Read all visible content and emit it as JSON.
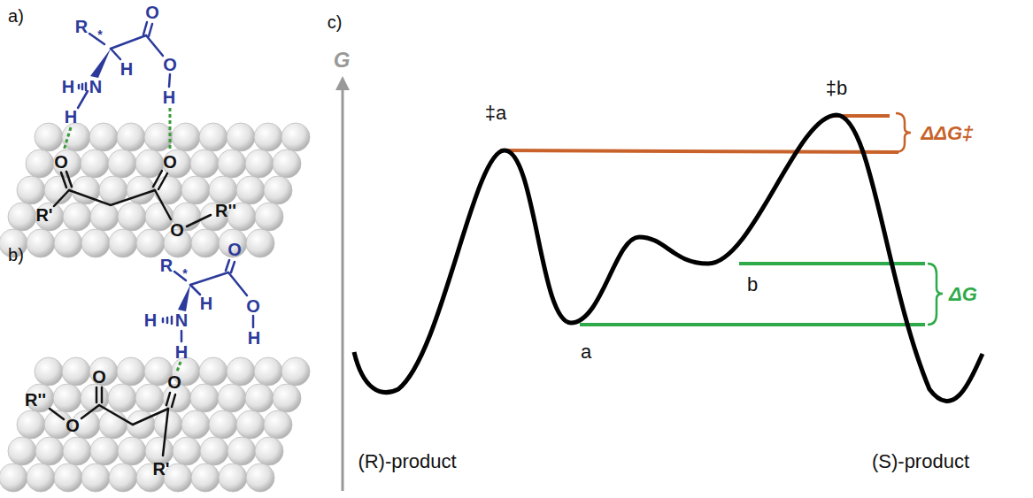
{
  "diagram": {
    "labels": [
      "a)",
      "R",
      "*",
      "O",
      "H",
      "O",
      "H",
      "N",
      "H",
      "H",
      "O",
      "O",
      "R'",
      "O",
      "R''",
      "b)",
      "R",
      "*",
      "O",
      "H",
      "O",
      "H",
      "N",
      "H",
      "H",
      "O",
      "O",
      "R''",
      "O",
      "R'",
      "c)",
      "G",
      "‡a",
      "‡b",
      "ΔΔG‡",
      "a",
      "b",
      "ΔG",
      "(R)-product",
      "(S)-product"
    ]
  }
}
